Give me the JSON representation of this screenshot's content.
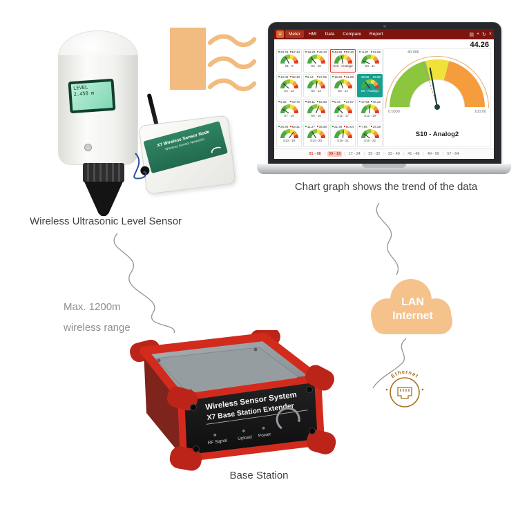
{
  "captions": {
    "sensor": "Wireless Ultrasonic Level Sensor",
    "chart": "Chart graph shows the trend of the data",
    "range_line1": "Max. 1200m",
    "range_line2": "wireless range",
    "base_station": "Base Station"
  },
  "cloud": {
    "line1": "LAN",
    "line2": "Internet"
  },
  "ethernet": {
    "label": "Ethernet"
  },
  "sensor": {
    "lcd_line1": "LEVEL",
    "lcd_line2": "2.450 m"
  },
  "node": {
    "label_line1": "X7 Wireless Sensor Node",
    "label_line2": "Wireless Sensor Networks"
  },
  "base_station": {
    "title": "Wireless Sensor System",
    "subtitle": "X7 Base Station Extender",
    "led1": "RF Signal",
    "led2": "Upload",
    "led3": "Power"
  },
  "dashboard": {
    "menu": [
      "Meter",
      "HMI",
      "Data",
      "Compare",
      "Report"
    ],
    "menubar_icons": [
      {
        "name": "grid-icon",
        "glyph": "▤"
      },
      {
        "name": "add-icon",
        "glyph": "+"
      },
      {
        "name": "refresh-icon",
        "glyph": "↻"
      },
      {
        "name": "close-icon",
        "glyph": "×"
      }
    ],
    "reading": "44.26",
    "gauge": {
      "value": 44.26,
      "tick_value": 40,
      "tick_label": "40.000",
      "min": "0.0000",
      "max": "100.00",
      "title": "S10 - Analog2",
      "segments": [
        {
          "to": 42,
          "color": "#8bc63e"
        },
        {
          "to": 58,
          "color": "#efe23b"
        },
        {
          "to": 100,
          "color": "#f59d3c"
        }
      ]
    },
    "mini_gauges": [
      {
        "l": "23.75",
        "r": "57.43",
        "v": 35,
        "label": "S1 - 9",
        "state": ""
      },
      {
        "l": "18.20",
        "r": "49.10",
        "v": 28,
        "label": "S2 - 10",
        "state": ""
      },
      {
        "l": "44.26",
        "r": "57.43",
        "v": 44,
        "label": "S10 - Analog2",
        "state": "selected"
      },
      {
        "l": "-9.87",
        "r": "22.56",
        "v": 12,
        "label": "S3 - 11",
        "state": ""
      },
      {
        "l": "12.05",
        "r": "33.40",
        "v": 22,
        "label": "S4 - 12",
        "state": ""
      },
      {
        "l": "8.14",
        "r": "27.92",
        "v": 55,
        "label": "S5 - 13",
        "state": ""
      },
      {
        "l": "15.60",
        "r": "41.08",
        "v": 40,
        "label": "S6 - 14",
        "state": ""
      },
      {
        "l": "22.56",
        "r": "36.90",
        "v": 30,
        "label": "S9 - Analog1",
        "state": "teal"
      },
      {
        "l": "5.32",
        "r": "19.75",
        "v": 18,
        "label": "S7 - 15",
        "state": ""
      },
      {
        "l": "30.11",
        "r": "52.68",
        "v": 62,
        "label": "S8 - 16",
        "state": ""
      },
      {
        "l": "9.44",
        "r": "24.57",
        "v": 25,
        "label": "S11 - 17",
        "state": ""
      },
      {
        "l": "17.83",
        "r": "46.22",
        "v": 48,
        "label": "S12 - 18",
        "state": ""
      },
      {
        "l": "26.90",
        "r": "58.31",
        "v": 70,
        "label": "S13 - 19",
        "state": ""
      },
      {
        "l": "11.27",
        "r": "35.66",
        "v": 33,
        "label": "S14 - 20",
        "state": ""
      },
      {
        "l": "21.49",
        "r": "50.04",
        "v": 52,
        "label": "S15 - 21",
        "state": ""
      },
      {
        "l": "7.95",
        "r": "29.38",
        "v": 20,
        "label": "S16 - 22",
        "state": ""
      }
    ],
    "pagination": [
      {
        "label": "01 - 08",
        "state": "page-first"
      },
      {
        "label": "09 - 16",
        "state": "page-active"
      },
      {
        "label": "17 - 24",
        "state": ""
      },
      {
        "label": "25 - 32",
        "state": ""
      },
      {
        "label": "33 - 40",
        "state": ""
      },
      {
        "label": "41 - 48",
        "state": ""
      },
      {
        "label": "49 - 56",
        "state": ""
      },
      {
        "label": "57 - 64",
        "state": ""
      }
    ]
  }
}
